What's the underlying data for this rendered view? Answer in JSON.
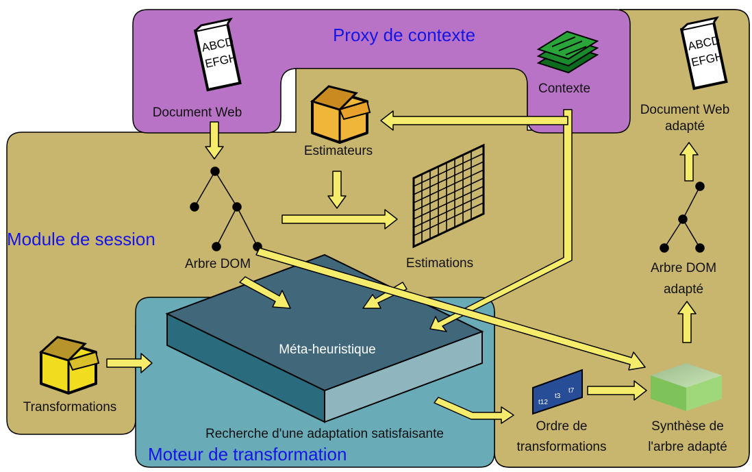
{
  "colors": {
    "session_bg": "#c8b56e",
    "proxy_bg": "#b873c6",
    "engine_bg": "#6aabb8",
    "arrow_fill": "#f4ec6a",
    "title_text": "#1515e6"
  },
  "regions": {
    "proxy_title": "Proxy de contexte",
    "session_title": "Module de session",
    "engine_title": "Moteur de transformation"
  },
  "labels": {
    "document_web": "Document Web",
    "contexte": "Contexte",
    "estimateurs": "Estimateurs",
    "estimations": "Estimations",
    "arbre_dom": "Arbre DOM",
    "transformations": "Transformations",
    "meta_heuristique": "Méta-heuristique",
    "recherche": "Recherche d'une adaptation satisfaisante",
    "ordre_line1": "Ordre de",
    "ordre_line2": "transformations",
    "synthese_line1": "Synthèse de",
    "synthese_line2": "l'arbre adapté",
    "arbre_adapte_line1": "Arbre DOM",
    "arbre_adapte_line2": "adapté",
    "doc_adapte_line1": "Document Web",
    "doc_adapte_line2": "adapté"
  },
  "icons": {
    "document_icon_text_line1": "ABCD",
    "document_icon_text_line2": "EFGH",
    "order_card_tokens": [
      "t12",
      "t3",
      "t7"
    ],
    "document_icon": "document-page-icon",
    "box_icon": "open-box-icon",
    "context_icon": "stacked-cards-icon",
    "grid_icon": "grid-table-icon",
    "cube_icon": "green-cube-icon"
  }
}
